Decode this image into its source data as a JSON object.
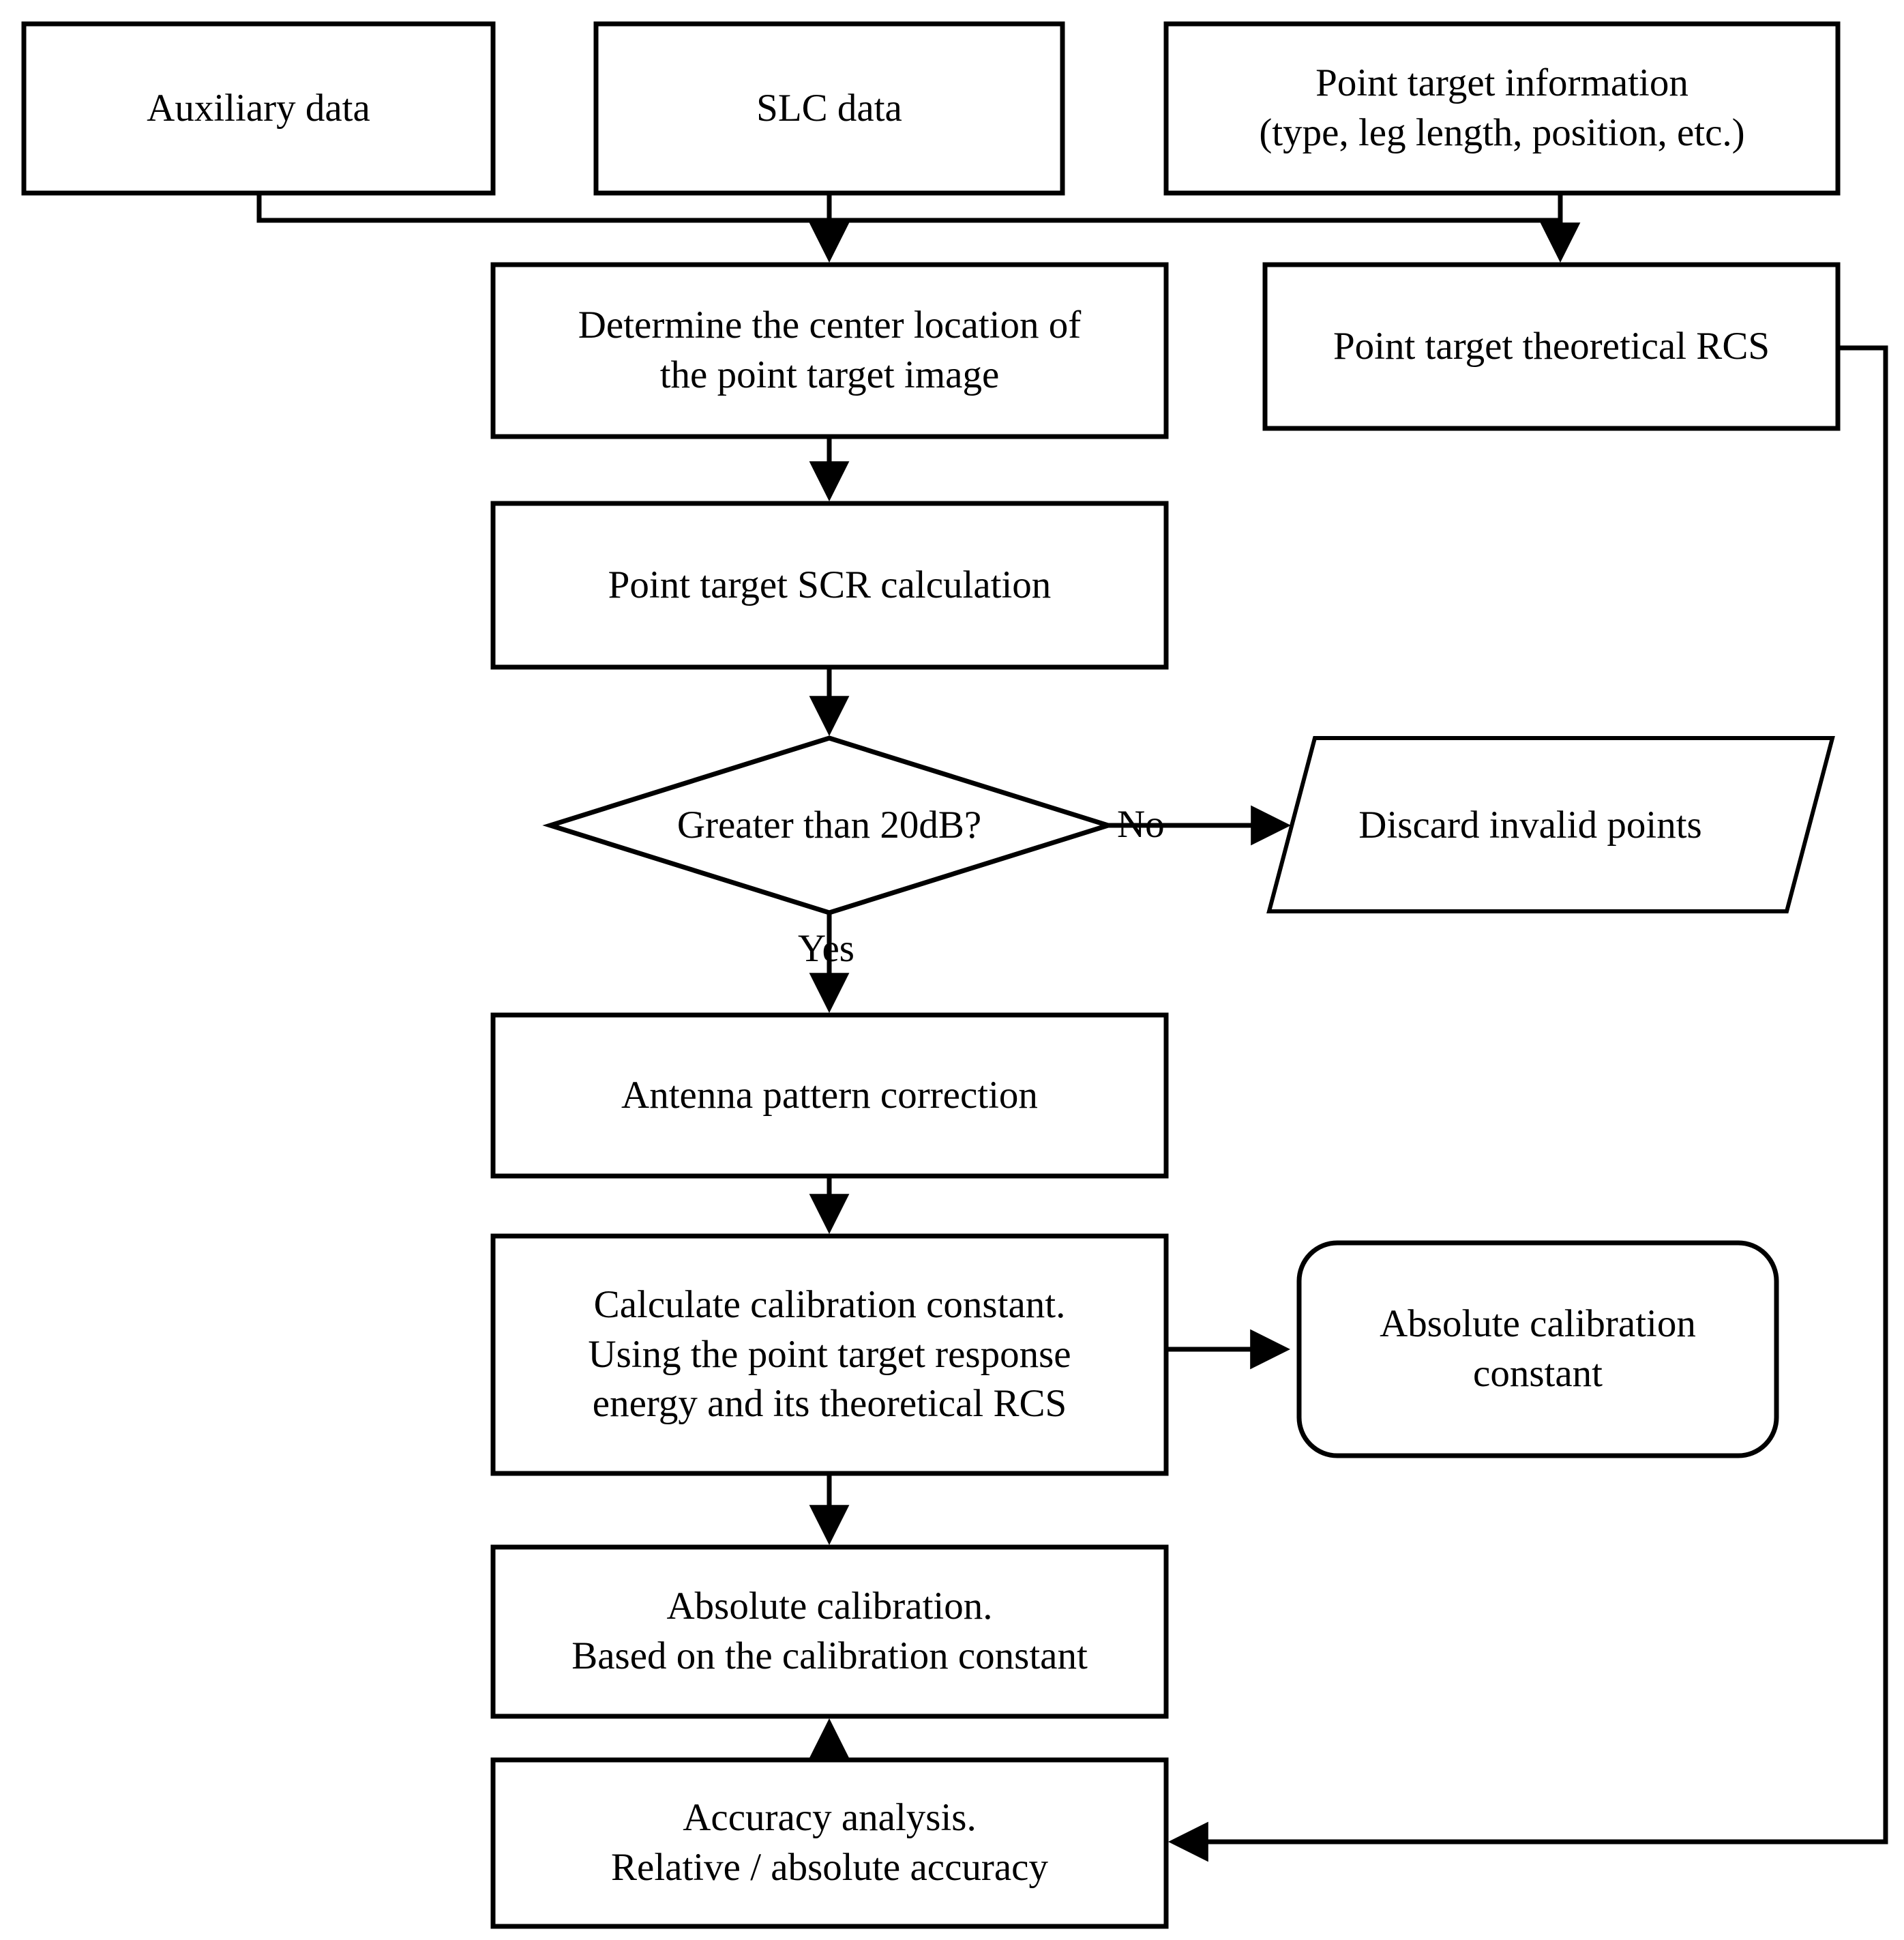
{
  "diagram": {
    "title": "SAR point target absolute radiometric calibration flowchart",
    "type": "flowchart",
    "colors": {
      "stroke": "#000000",
      "fill": "#ffffff",
      "text": "#000000"
    },
    "nodes": [
      {
        "id": "auxiliary-data",
        "shape": "rectangle",
        "text": "Auxiliary data"
      },
      {
        "id": "slc-data",
        "shape": "rectangle",
        "text": "SLC data"
      },
      {
        "id": "point-target-info-l1",
        "shape": "rectangle",
        "text": "Point target information"
      },
      {
        "id": "point-target-info-l2",
        "shape": "rectangle",
        "text": "(type, leg length, position, etc.)"
      },
      {
        "id": "determine-center-l1",
        "shape": "rectangle",
        "text": "Determine the center location of"
      },
      {
        "id": "determine-center-l2",
        "shape": "rectangle",
        "text": "the point target image"
      },
      {
        "id": "theoretical-rcs",
        "shape": "rectangle",
        "text": "Point target theoretical RCS"
      },
      {
        "id": "scr-calculation",
        "shape": "rectangle",
        "text": "Point target SCR calculation"
      },
      {
        "id": "decision-20db",
        "shape": "diamond",
        "text": "Greater than 20dB?"
      },
      {
        "id": "discard-invalid",
        "shape": "parallelogram",
        "text": "Discard invalid points"
      },
      {
        "id": "antenna-pattern",
        "shape": "rectangle",
        "text": "Antenna pattern correction"
      },
      {
        "id": "calc-const-l1",
        "shape": "rectangle",
        "text": "Calculate calibration constant."
      },
      {
        "id": "calc-const-l2",
        "shape": "rectangle",
        "text": "Using the point target response"
      },
      {
        "id": "calc-const-l3",
        "shape": "rectangle",
        "text": "energy and its theoretical RCS"
      },
      {
        "id": "abs-cal-const-l1",
        "shape": "rounded",
        "text": "Absolute calibration"
      },
      {
        "id": "abs-cal-const-l2",
        "shape": "rounded",
        "text": "constant"
      },
      {
        "id": "abs-calibration-l1",
        "shape": "rectangle",
        "text": "Absolute calibration."
      },
      {
        "id": "abs-calibration-l2",
        "shape": "rectangle",
        "text": "Based on the calibration constant"
      },
      {
        "id": "accuracy-analysis-l1",
        "shape": "rectangle",
        "text": "Accuracy analysis."
      },
      {
        "id": "accuracy-analysis-l2",
        "shape": "rectangle",
        "text": "Relative / absolute accuracy"
      }
    ],
    "edge_labels": {
      "no": "No",
      "yes": "Yes"
    }
  }
}
